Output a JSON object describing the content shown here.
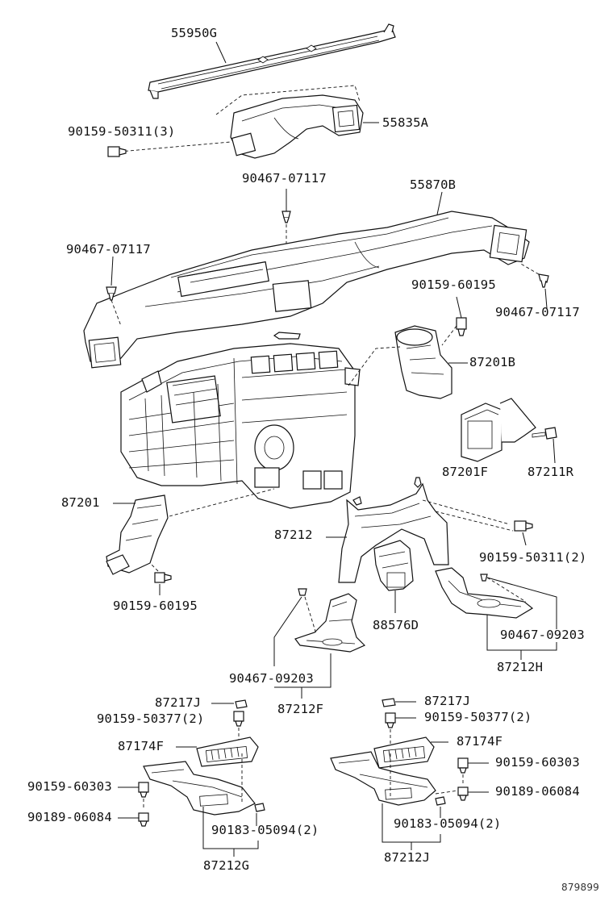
{
  "parts": {
    "p55950G": "55950G",
    "p55835A": "55835A",
    "p90159_50311_3": "90159-50311(3)",
    "p90467_07117_a": "90467-07117",
    "p55870B": "55870B",
    "p90467_07117_b": "90467-07117",
    "p90159_60195_a": "90159-60195",
    "p90467_07117_c": "90467-07117",
    "p87201B": "87201B",
    "p87201F": "87201F",
    "p87211R": "87211R",
    "p87201": "87201",
    "p87212": "87212",
    "p90159_50311_2": "90159-50311(2)",
    "p90159_60195_b": "90159-60195",
    "p88576D": "88576D",
    "p90467_09203_a": "90467-09203",
    "p87212H": "87212H",
    "p90467_09203_b": "90467-09203",
    "p87212F": "87212F",
    "p87217J_l": "87217J",
    "p90159_50377_l": "90159-50377(2)",
    "p87174F_l": "87174F",
    "p90159_60303_l": "90159-60303",
    "p90189_06084_l": "90189-06084",
    "p90183_05094_l": "90183-05094(2)",
    "p87212G": "87212G",
    "p87217J_r": "87217J",
    "p90159_50377_r": "90159-50377(2)",
    "p87174F_r": "87174F",
    "p90159_60303_r": "90159-60303",
    "p90189_06084_r": "90189-06084",
    "p90183_05094_r": "90183-05094(2)",
    "p87212J": "87212J"
  },
  "diagram_id": "879899"
}
